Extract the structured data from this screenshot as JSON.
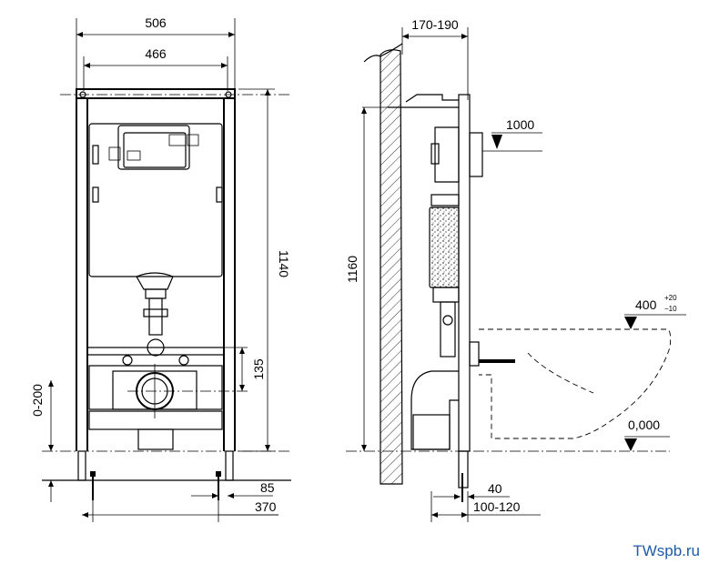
{
  "front_view": {
    "width_overall": "506",
    "width_inner": "466",
    "height_overall": "1140",
    "drain_offset": "135",
    "foot_adjust": "0-200",
    "foot_spacing": "370",
    "foot_offset": "85"
  },
  "side_view": {
    "wall_gap": "170-190",
    "frame_height": "1160",
    "button_height": "1000",
    "bowl_height": "400",
    "bowl_tol_plus": "+20",
    "bowl_tol_minus": "−10",
    "floor_level": "0,000",
    "foot_depth": "40",
    "base_depth": "100-120"
  },
  "watermark": "TWspb.ru"
}
